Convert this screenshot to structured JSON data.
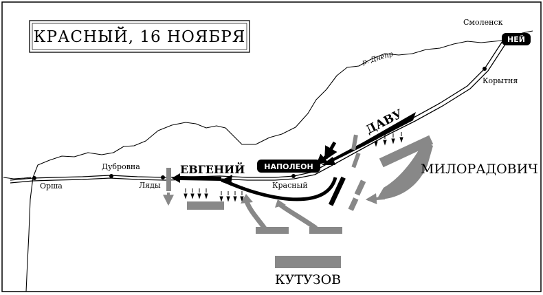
{
  "title": "КРАСНЫЙ, 16 НОЯБРЯ",
  "river": "р. Днепр",
  "places": {
    "smolensk": "Смоленск",
    "korytnya": "Корытня",
    "krasny": "Красный",
    "dubrovna": "Дубровна",
    "lyady": "Ляды",
    "orsha": "Орша"
  },
  "commanders": {
    "ney": "НЕЙ",
    "davout": "ДАВУ",
    "napoleon": "НАПОЛЕОН",
    "eugene": "ЕВГЕНИЙ",
    "miloradovich": "МИЛОРАДОВИЧ",
    "kutuzov": "КУТУЗОВ"
  },
  "legend_colors": {
    "french": "#000000",
    "russian": "#888888"
  }
}
